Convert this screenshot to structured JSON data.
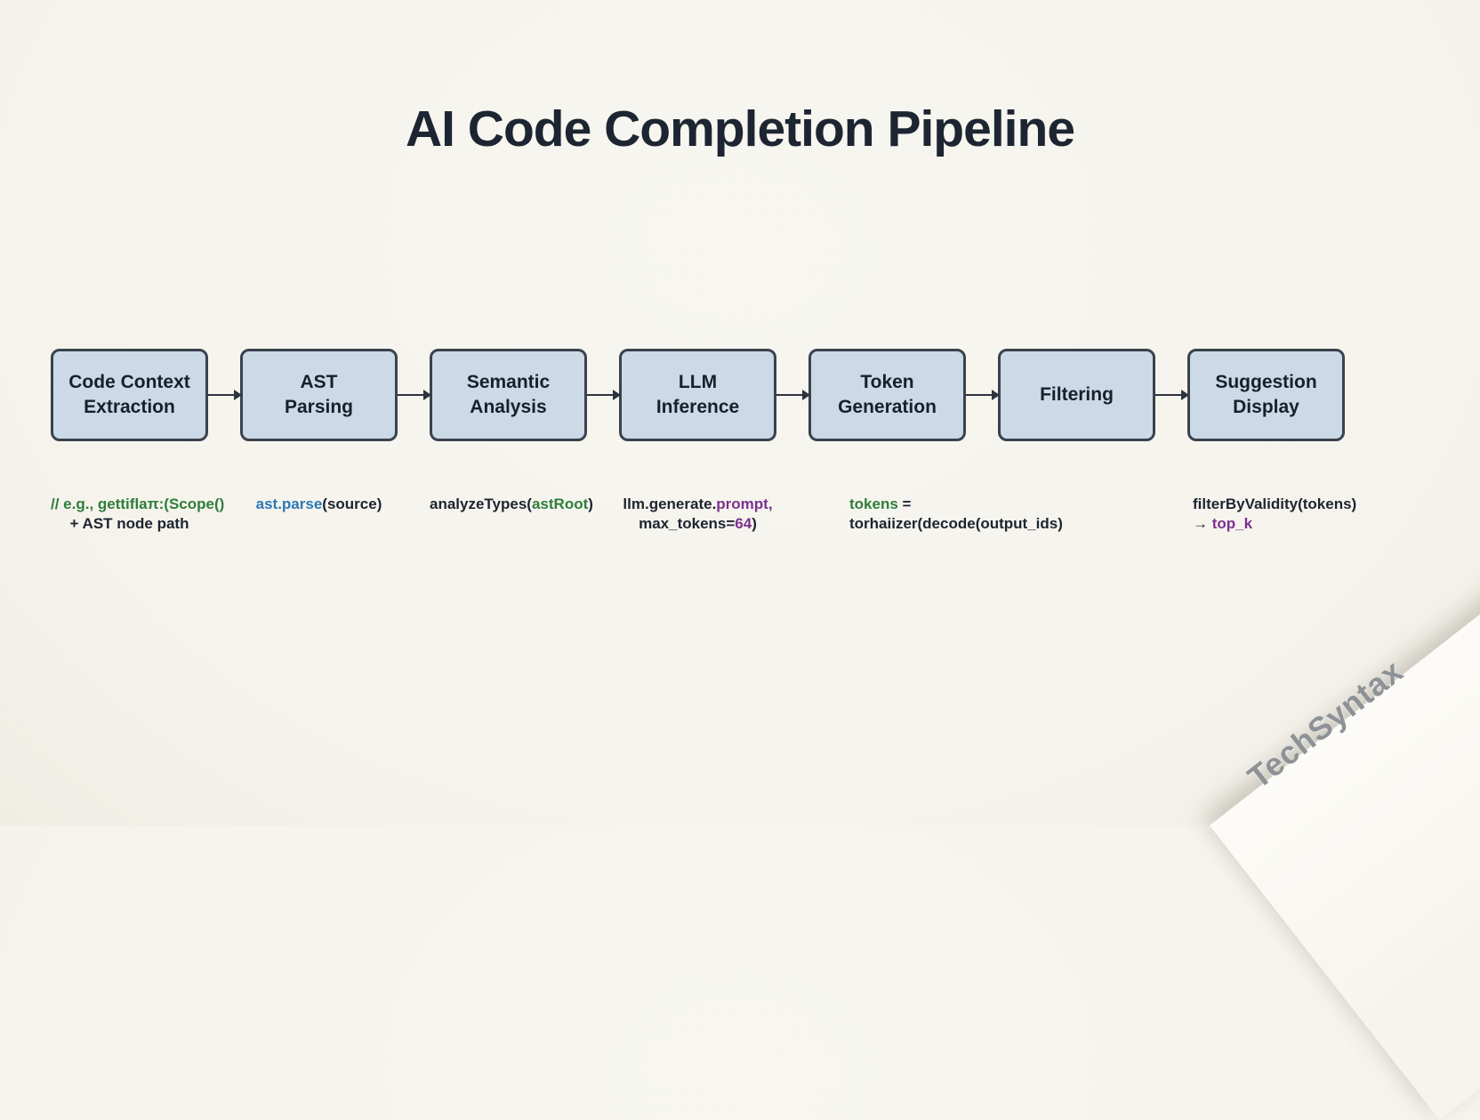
{
  "title": "AI Code Completion Pipeline",
  "watermark": "TechSyntax",
  "colors": {
    "background": "#f5f3ec",
    "box_fill": "#ccd9e7",
    "box_border": "#3a424e",
    "box_text": "#17202b",
    "title": "#1c2531",
    "code_dark": "#1d2430",
    "code_green": "#2f7d3b",
    "code_blue": "#2d78b5",
    "code_purple": "#7c3190",
    "watermark": "#8d9296",
    "arrow": "#2c343e"
  },
  "pipeline": {
    "stages": [
      {
        "label": "Code Context\nExtraction",
        "code": [
          [
            {
              "t": "// e.g., gettiflaπ:(Scope()",
              "c": "green"
            }
          ],
          [
            {
              "t": "+ AST node path",
              "c": "dark"
            }
          ]
        ]
      },
      {
        "label": "AST\nParsing",
        "code": [
          [
            {
              "t": "ast.parse",
              "c": "blue"
            },
            {
              "t": "(source)",
              "c": "dark"
            }
          ]
        ]
      },
      {
        "label": "Semantic\nAnalysis",
        "code": [
          [
            {
              "t": "analyzeTypes(",
              "c": "dark"
            },
            {
              "t": "astRoot",
              "c": "green"
            },
            {
              "t": ")",
              "c": "dark"
            }
          ]
        ]
      },
      {
        "label": "LLM\nInference",
        "code": [
          [
            {
              "t": "llm.generate.",
              "c": "dark"
            },
            {
              "t": "prompt,",
              "c": "purple"
            }
          ],
          [
            {
              "t": "max_tokens=",
              "c": "dark"
            },
            {
              "t": "64",
              "c": "purple"
            },
            {
              "t": ")",
              "c": "dark"
            }
          ]
        ]
      },
      {
        "label": "Token\nGeneration",
        "code": [
          [
            {
              "t": "tokens",
              "c": "green"
            },
            {
              "t": " =",
              "c": "dark"
            }
          ],
          [
            {
              "t": "torhaiizer(decode(output_ids)",
              "c": "dark"
            }
          ]
        ]
      },
      {
        "label": "Filtering",
        "code": []
      },
      {
        "label": "Suggestion\nDisplay",
        "code": [
          [
            {
              "t": "filterByValidity(tokens)",
              "c": "dark"
            }
          ],
          [
            {
              "t": "→ ",
              "c": "dark"
            },
            {
              "t": "top_k",
              "c": "purple"
            }
          ]
        ]
      }
    ]
  }
}
